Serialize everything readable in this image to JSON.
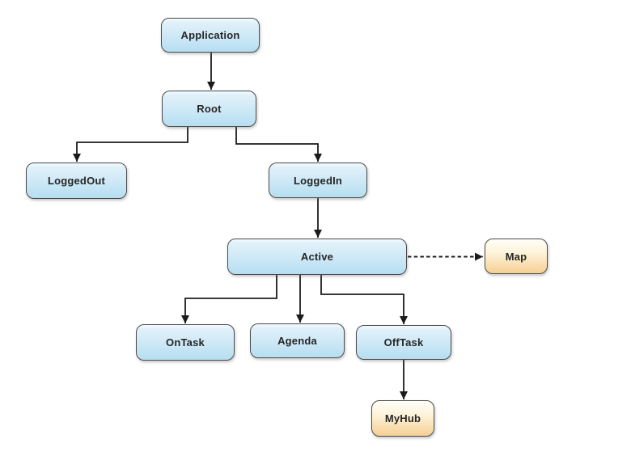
{
  "diagram": {
    "type": "state-hierarchy-flowchart",
    "colors": {
      "state_node_fill_top": "#f3fafd",
      "state_node_fill_bottom": "#b5def1",
      "highlight_node_fill_top": "#fffef8",
      "highlight_node_fill_bottom": "#f5cf92",
      "node_border": "#4c4c4c",
      "connector": "#1b1b1b",
      "label_text": "#262626"
    },
    "nodes": {
      "application": {
        "label": "Application",
        "style": "blue"
      },
      "root": {
        "label": "Root",
        "style": "blue"
      },
      "loggedout": {
        "label": "LoggedOut",
        "style": "blue"
      },
      "loggedin": {
        "label": "LoggedIn",
        "style": "blue"
      },
      "active": {
        "label": "Active",
        "style": "blue"
      },
      "map": {
        "label": "Map",
        "style": "orange"
      },
      "ontask": {
        "label": "OnTask",
        "style": "blue"
      },
      "agenda": {
        "label": "Agenda",
        "style": "blue"
      },
      "offtask": {
        "label": "OffTask",
        "style": "blue"
      },
      "myhub": {
        "label": "MyHub",
        "style": "orange"
      }
    },
    "edges": [
      {
        "from": "Application",
        "to": "Root",
        "style": "solid",
        "shape": "straight"
      },
      {
        "from": "Root",
        "to": "LoggedOut",
        "style": "solid",
        "shape": "elbow"
      },
      {
        "from": "Root",
        "to": "LoggedIn",
        "style": "solid",
        "shape": "elbow"
      },
      {
        "from": "LoggedIn",
        "to": "Active",
        "style": "solid",
        "shape": "straight"
      },
      {
        "from": "Active",
        "to": "Map",
        "style": "dashed",
        "shape": "straight"
      },
      {
        "from": "Active",
        "to": "OnTask",
        "style": "solid",
        "shape": "elbow"
      },
      {
        "from": "Active",
        "to": "Agenda",
        "style": "solid",
        "shape": "straight"
      },
      {
        "from": "Active",
        "to": "OffTask",
        "style": "solid",
        "shape": "elbow"
      },
      {
        "from": "OffTask",
        "to": "MyHub",
        "style": "solid",
        "shape": "straight"
      }
    ]
  }
}
